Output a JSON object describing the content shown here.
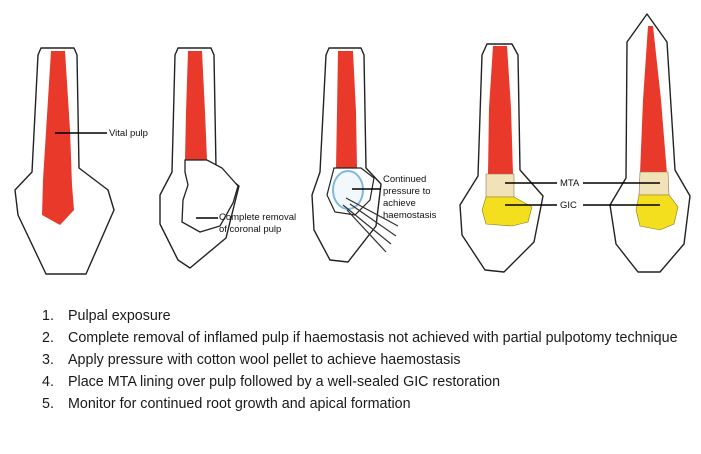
{
  "labels": {
    "vital_pulp": "Vital pulp",
    "complete_removal_1": "Complete removal",
    "complete_removal_2": "of coronal pulp",
    "pressure_1": "Continued",
    "pressure_2": "pressure to",
    "pressure_3": "achieve",
    "pressure_4": "haemostasis",
    "mta": "MTA",
    "gic": "GIC"
  },
  "steps": [
    {
      "num": "1.",
      "text": "Pulpal exposure"
    },
    {
      "num": "2.",
      "text": "Complete removal of inflamed pulp if haemostasis not achieved with partial pulpotomy technique"
    },
    {
      "num": "3.",
      "text": "Apply pressure with cotton wool pellet to achieve haemostasis"
    },
    {
      "num": "4.",
      "text": "Place MTA lining over pulp followed by a well-sealed GIC restoration"
    },
    {
      "num": "5.",
      "text": "Monitor for continued root growth and apical formation"
    }
  ],
  "colors": {
    "pulp": "#e8392a",
    "mta": "#f1e2b7",
    "gic": "#f4df1f",
    "cotton_pellet": "#7fb8e0"
  }
}
